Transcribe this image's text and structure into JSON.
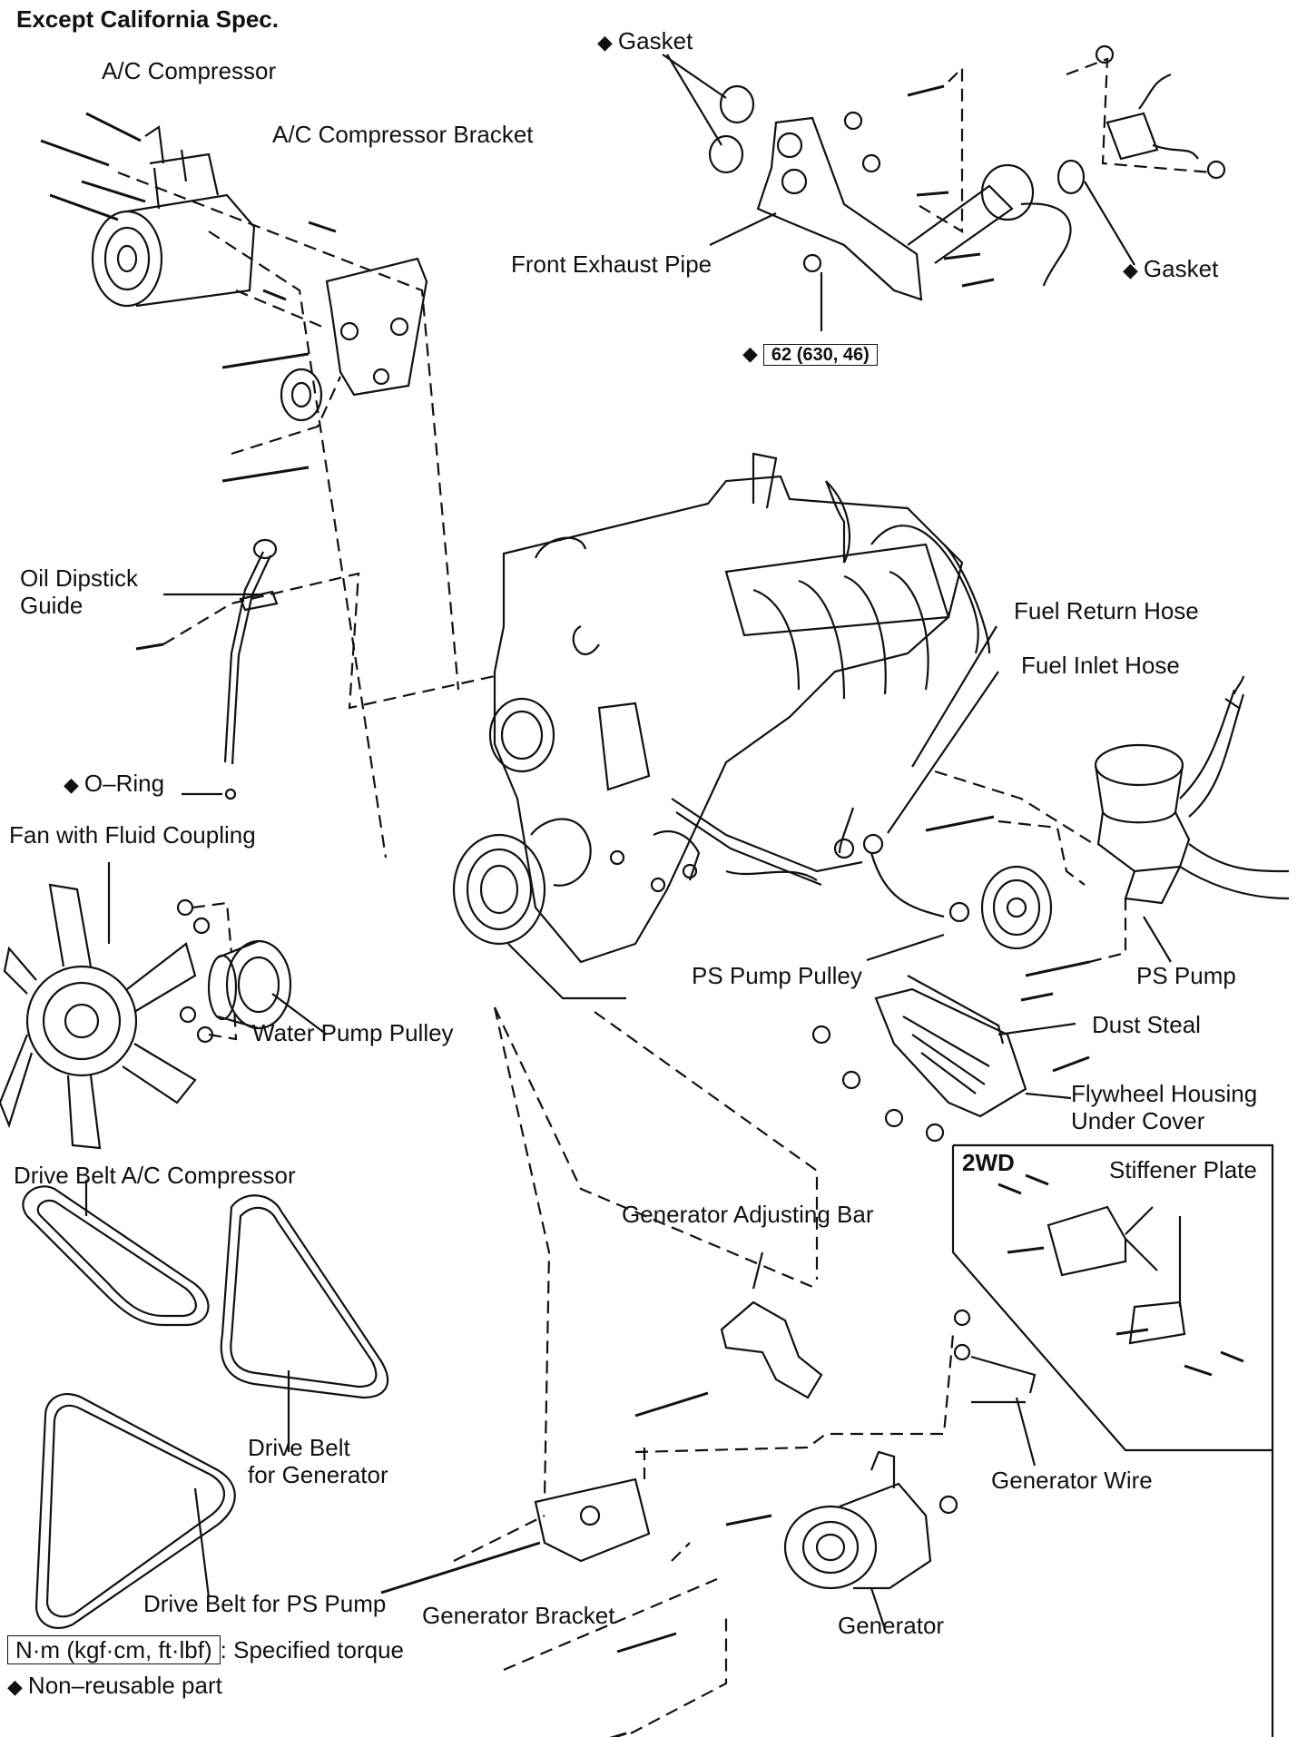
{
  "title": "Except California Spec.",
  "labels": {
    "ac_compressor": "A/C Compressor",
    "ac_bracket": "A/C Compressor Bracket",
    "gasket_top": "Gasket",
    "front_exhaust_pipe": "Front Exhaust Pipe",
    "gasket_right": "Gasket",
    "torque_exhaust": "62 (630, 46)",
    "oil_dipstick_guide_1": "Oil Dipstick",
    "oil_dipstick_guide_2": "Guide",
    "o_ring": "O–Ring",
    "fan_fluid_coupling": "Fan with Fluid Coupling",
    "water_pump_pulley": "Water Pump Pulley",
    "fuel_return_hose": "Fuel Return Hose",
    "fuel_inlet_hose": "Fuel Inlet Hose",
    "ps_pump_pulley": "PS Pump Pulley",
    "ps_pump": "PS Pump",
    "dust_steal": "Dust Steal",
    "flywheel_cover_1": "Flywheel Housing",
    "flywheel_cover_2": "Under Cover",
    "two_wd": "2WD",
    "stiffener_plate": "Stiffener Plate",
    "drive_belt_ac": "Drive Belt A/C Compressor",
    "gen_adjusting_bar": "Generator Adjusting Bar",
    "drive_belt_gen_1": "Drive Belt",
    "drive_belt_gen_2": "for Generator",
    "generator_wire": "Generator Wire",
    "drive_belt_ps": "Drive Belt for PS Pump",
    "generator_bracket": "Generator Bracket",
    "generator": "Generator"
  },
  "legend": {
    "torque_box": "N·m (kgf·cm, ft·lbf)",
    "torque_text": ": Specified torque",
    "nonreusable_text": "Non–reusable part"
  },
  "symbols": {
    "diamond": "◆"
  }
}
